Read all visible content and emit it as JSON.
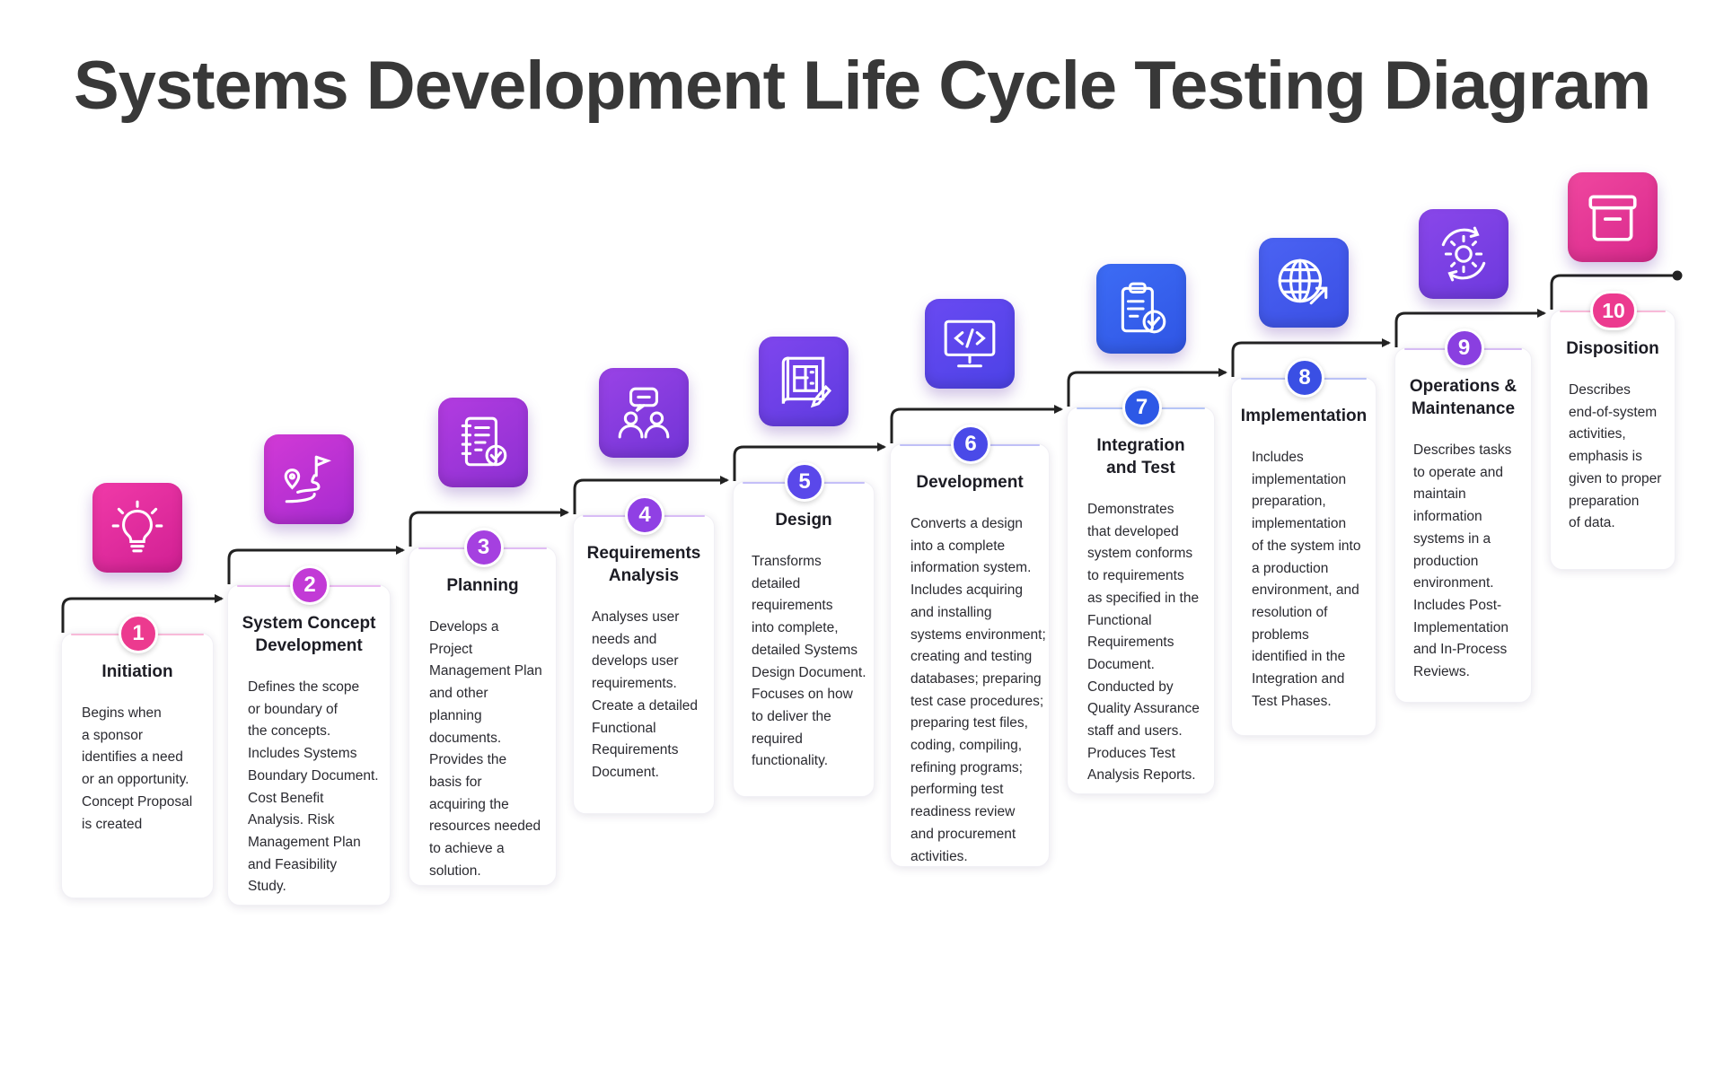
{
  "title": "Systems Development Life Cycle Testing Diagram",
  "steps": [
    {
      "number": "1",
      "title": "Initiation",
      "icon": "lightbulb-icon",
      "description": "Begins when\na sponsor\nidentifies a need\nor an opportunity.\nConcept Proposal\nis created"
    },
    {
      "number": "2",
      "title": "System Concept\nDevelopment",
      "icon": "route-flag-icon",
      "description": "Defines the scope\nor boundary of\nthe concepts.\nIncludes Systems\nBoundary Document.\nCost Benefit\nAnalysis. Risk\nManagement Plan\nand Feasibility\nStudy."
    },
    {
      "number": "3",
      "title": "Planning",
      "icon": "checklist-notebook-icon",
      "description": "Develops a\nProject\nManagement Plan\nand other\nplanning\ndocuments.\nProvides the\nbasis for\nacquiring the\nresources needed\nto achieve a\nsolution."
    },
    {
      "number": "4",
      "title": "Requirements\nAnalysis",
      "icon": "users-discussion-icon",
      "description": "Analyses user\nneeds and\ndevelops user\nrequirements.\nCreate a detailed\nFunctional\nRequirements\nDocument."
    },
    {
      "number": "5",
      "title": "Design",
      "icon": "blueprint-pencil-icon",
      "description": "Transforms\ndetailed\nrequirements\ninto complete,\ndetailed Systems\nDesign Document.\nFocuses on how\nto deliver the\nrequired\nfunctionality."
    },
    {
      "number": "6",
      "title": "Development",
      "icon": "code-monitor-icon",
      "description": "Converts a design\ninto a complete\ninformation system.\nIncludes acquiring\nand installing\nsystems environment;\ncreating and testing\ndatabases; preparing\ntest case procedures;\npreparing test files,\ncoding, compiling,\nrefining programs;\nperforming test\nreadiness review\nand procurement\nactivities."
    },
    {
      "number": "7",
      "title": "Integration\nand Test",
      "icon": "clipboard-check-icon",
      "description": "Demonstrates\nthat developed\nsystem conforms\nto requirements\nas specified in the\nFunctional\nRequirements\nDocument.\nConducted by\nQuality Assurance\nstaff and users.\nProduces Test\nAnalysis Reports."
    },
    {
      "number": "8",
      "title": "Implementation",
      "icon": "globe-arrow-icon",
      "description": "Includes\nimplementation\npreparation,\nimplementation\nof the system into\na production\nenvironment, and\nresolution of\nproblems\nidentified in the\nIntegration and\nTest Phases."
    },
    {
      "number": "9",
      "title": "Operations &\nMaintenance",
      "icon": "gear-cycle-icon",
      "description": "Describes tasks\nto operate and\nmaintain\ninformation\nsystems in a\nproduction\nenvironment.\nIncludes Post-\nImplementation\nand In-Process\nReviews."
    },
    {
      "number": "10",
      "title": "Disposition",
      "icon": "archive-box-icon",
      "description": "Describes\nend-of-system\nactivities,\nemphasis is\ngiven to proper\npreparation\nof data."
    }
  ]
}
